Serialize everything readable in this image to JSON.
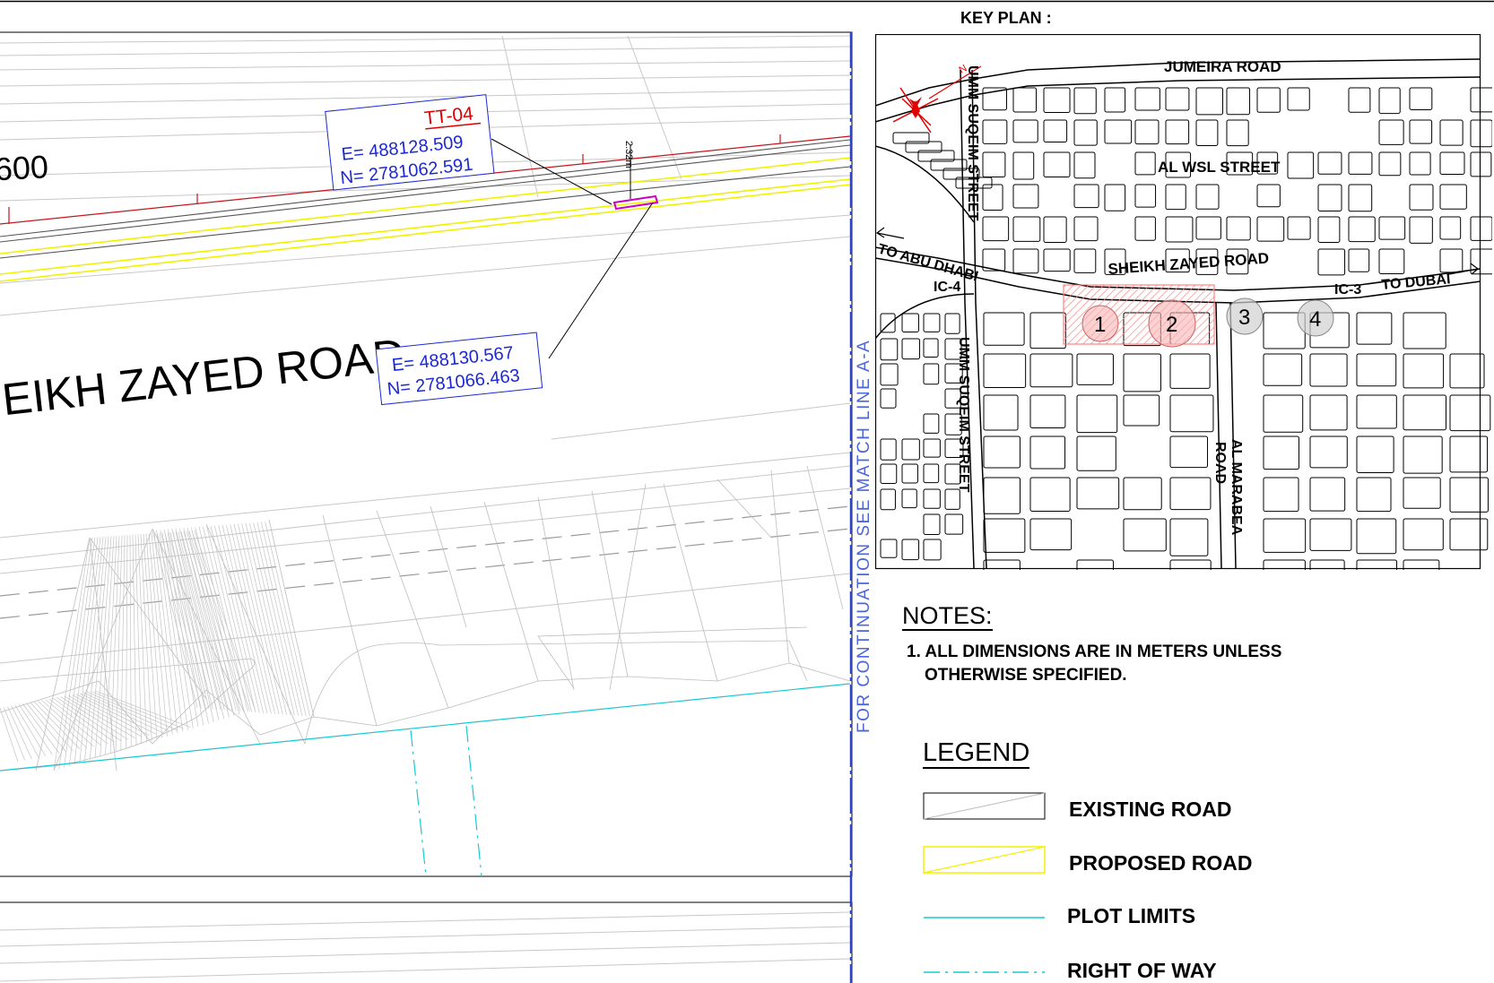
{
  "key_plan": {
    "title": "KEY PLAN :",
    "roads": {
      "jumeira": "JUMEIRA ROAD",
      "al_wasl": "AL WSL STREET",
      "sheikh_zayed": "SHEIKH ZAYED ROAD",
      "umm_suqeim_upper": "UMM SUQEIM STREET",
      "umm_suqeim_lower": "UMM SUQEIM STREET",
      "al_marabea": "AL MARABEA",
      "al_marabea_road": "ROAD",
      "to_abu_dhabi": "TO ABU DHABI",
      "to_dubai": "TO DUBAI"
    },
    "interchanges": {
      "ic4": "IC-4",
      "ic3": "IC-3"
    },
    "markers": [
      "1",
      "2",
      "3",
      "4"
    ]
  },
  "plan": {
    "road_name": "EIKH ZAYED ROAD",
    "chainage": "600",
    "point_label": "TT-04",
    "coord_1": {
      "e": "E= 488128.509",
      "n": "N= 2781062.591"
    },
    "coord_2": {
      "e": "E= 488130.567",
      "n": "N= 2781066.463"
    },
    "dimension": "2.32m",
    "match_line": "FOR CONTINUATION SEE MATCH LINE A-A"
  },
  "notes": {
    "title": "NOTES:",
    "items": [
      "1. ALL DIMENSIONS ARE IN METERS UNLESS",
      "OTHERWISE SPECIFIED."
    ]
  },
  "legend": {
    "title": "LEGEND",
    "items": [
      {
        "label": "EXISTING ROAD",
        "color": "#000000"
      },
      {
        "label": "PROPOSED ROAD",
        "color": "#f2f200"
      },
      {
        "label": "PLOT LIMITS",
        "color": "#19c8d2"
      },
      {
        "label": "RIGHT OF WAY",
        "color": "#19c8d2"
      }
    ]
  },
  "colors": {
    "coordinate_blue": "#1c28d4",
    "point_red": "#e00000",
    "alignment_red": "#c4161c",
    "marker_pink": "#c800c8",
    "match_line_blue": "#2a43c8",
    "grey_line": "#b4b4b4",
    "cyan": "#19c8d2",
    "yellow": "#f2f200"
  }
}
